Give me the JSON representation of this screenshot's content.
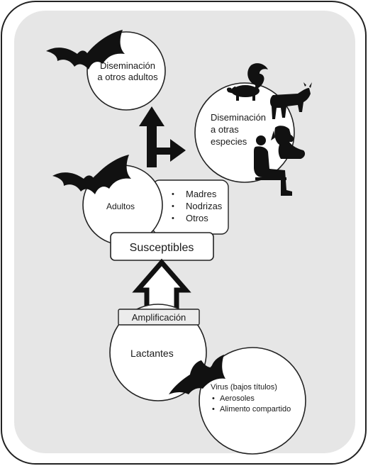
{
  "nodes": {
    "dissemination_adults": {
      "line1": "Diseminación",
      "line2": "a otros adultos"
    },
    "dissemination_species": {
      "line1": "Diseminación",
      "line2": "a otras",
      "line3": "especies"
    },
    "adults": {
      "label": "Adultos"
    },
    "adult_types": [
      "Madres",
      "Nodrizas",
      "Otros"
    ],
    "susceptibles": {
      "label": "Susceptibles"
    },
    "amplification": {
      "label": "Amplificación"
    },
    "lactantes": {
      "label": "Lactantes"
    },
    "transmission": [
      "Virus (bajos títulos)",
      "Aerosoles",
      "Alimento compartido"
    ]
  },
  "icons": [
    "bat-icon",
    "skunk-icon",
    "cow-icon",
    "dog-icon",
    "person-icon"
  ],
  "colors": {
    "panel": "#e6e6e6",
    "ink": "#1a1a1a",
    "silhouette": "#111111"
  }
}
